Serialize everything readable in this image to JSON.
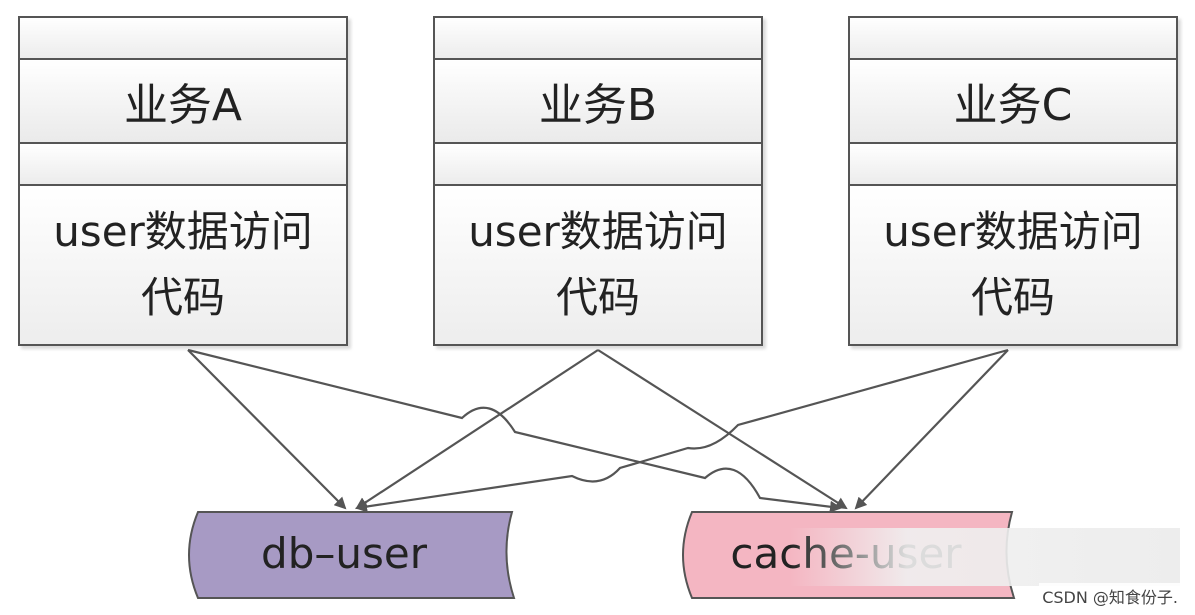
{
  "services": [
    {
      "title": "业务A",
      "body": "user数据访问代码"
    },
    {
      "title": "业务B",
      "body": "user数据访问代码"
    },
    {
      "title": "业务C",
      "body": "user数据访问代码"
    }
  ],
  "stores": [
    {
      "label": "db–user",
      "color": "#a79ac4"
    },
    {
      "label": "cache-user",
      "color": "#f4b6c2"
    }
  ],
  "edges": [
    {
      "from": "业务A",
      "to": "db–user"
    },
    {
      "from": "业务A",
      "to": "cache-user"
    },
    {
      "from": "业务B",
      "to": "db–user"
    },
    {
      "from": "业务B",
      "to": "cache-user"
    },
    {
      "from": "业务C",
      "to": "db–user"
    },
    {
      "from": "业务C",
      "to": "cache-user"
    }
  ],
  "colors": {
    "border": "#555555",
    "arrow": "#555555"
  },
  "watermark": "CSDN @知食份子."
}
